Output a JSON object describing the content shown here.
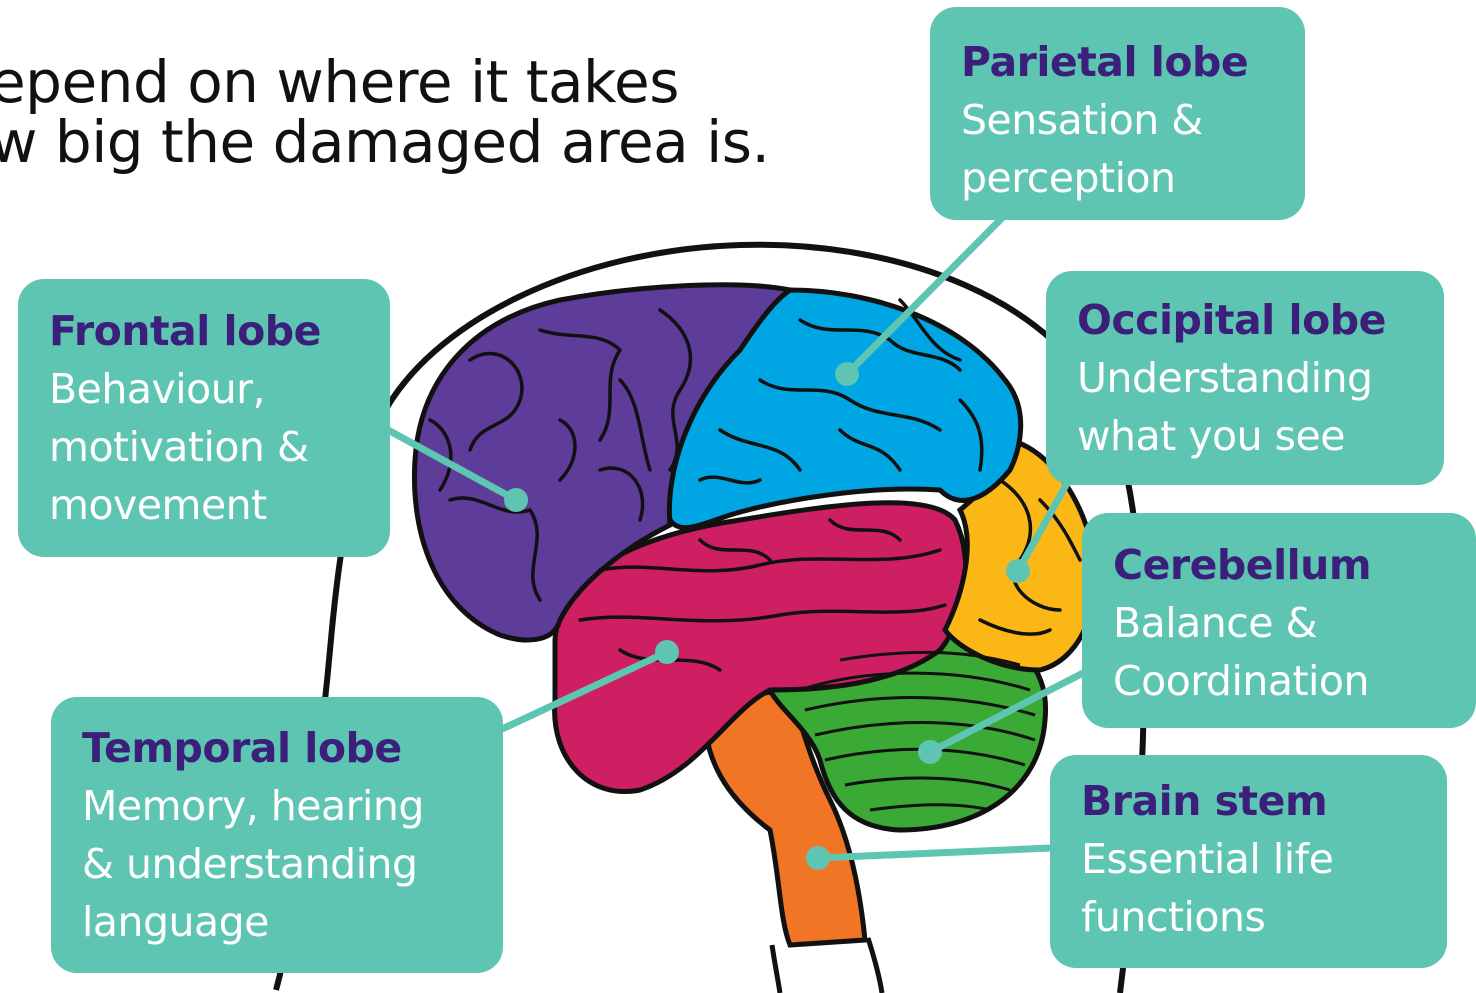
{
  "heading": {
    "line1": "epend on where it takes",
    "line2": "w big the damaged area is."
  },
  "colors": {
    "frontal": "#5e3c99",
    "parietal": "#00a6e4",
    "occipital": "#fbb716",
    "temporal": "#cf1f63",
    "cerebellum": "#3aa935",
    "brainstem": "#f07524",
    "label_bg": "#5dc5b2",
    "label_title": "#3b1f7a",
    "label_text": "#ffffff"
  },
  "labels": {
    "parietal": {
      "title": "Parietal lobe",
      "line1": "Sensation &",
      "line2": "perception"
    },
    "frontal": {
      "title": "Frontal lobe",
      "line1": "Behaviour,",
      "line2": "motivation &",
      "line3": "movement"
    },
    "occipital": {
      "title": "Occipital lobe",
      "line1": "Understanding",
      "line2": "what you see"
    },
    "cerebellum": {
      "title": "Cerebellum",
      "line1": "Balance &",
      "line2": "Coordination"
    },
    "temporal": {
      "title": "Temporal lobe",
      "line1": "Memory, hearing",
      "line2": "& understanding",
      "line3": "language"
    },
    "brainstem": {
      "title": "Brain stem",
      "line1": "Essential life",
      "line2": "functions"
    }
  }
}
